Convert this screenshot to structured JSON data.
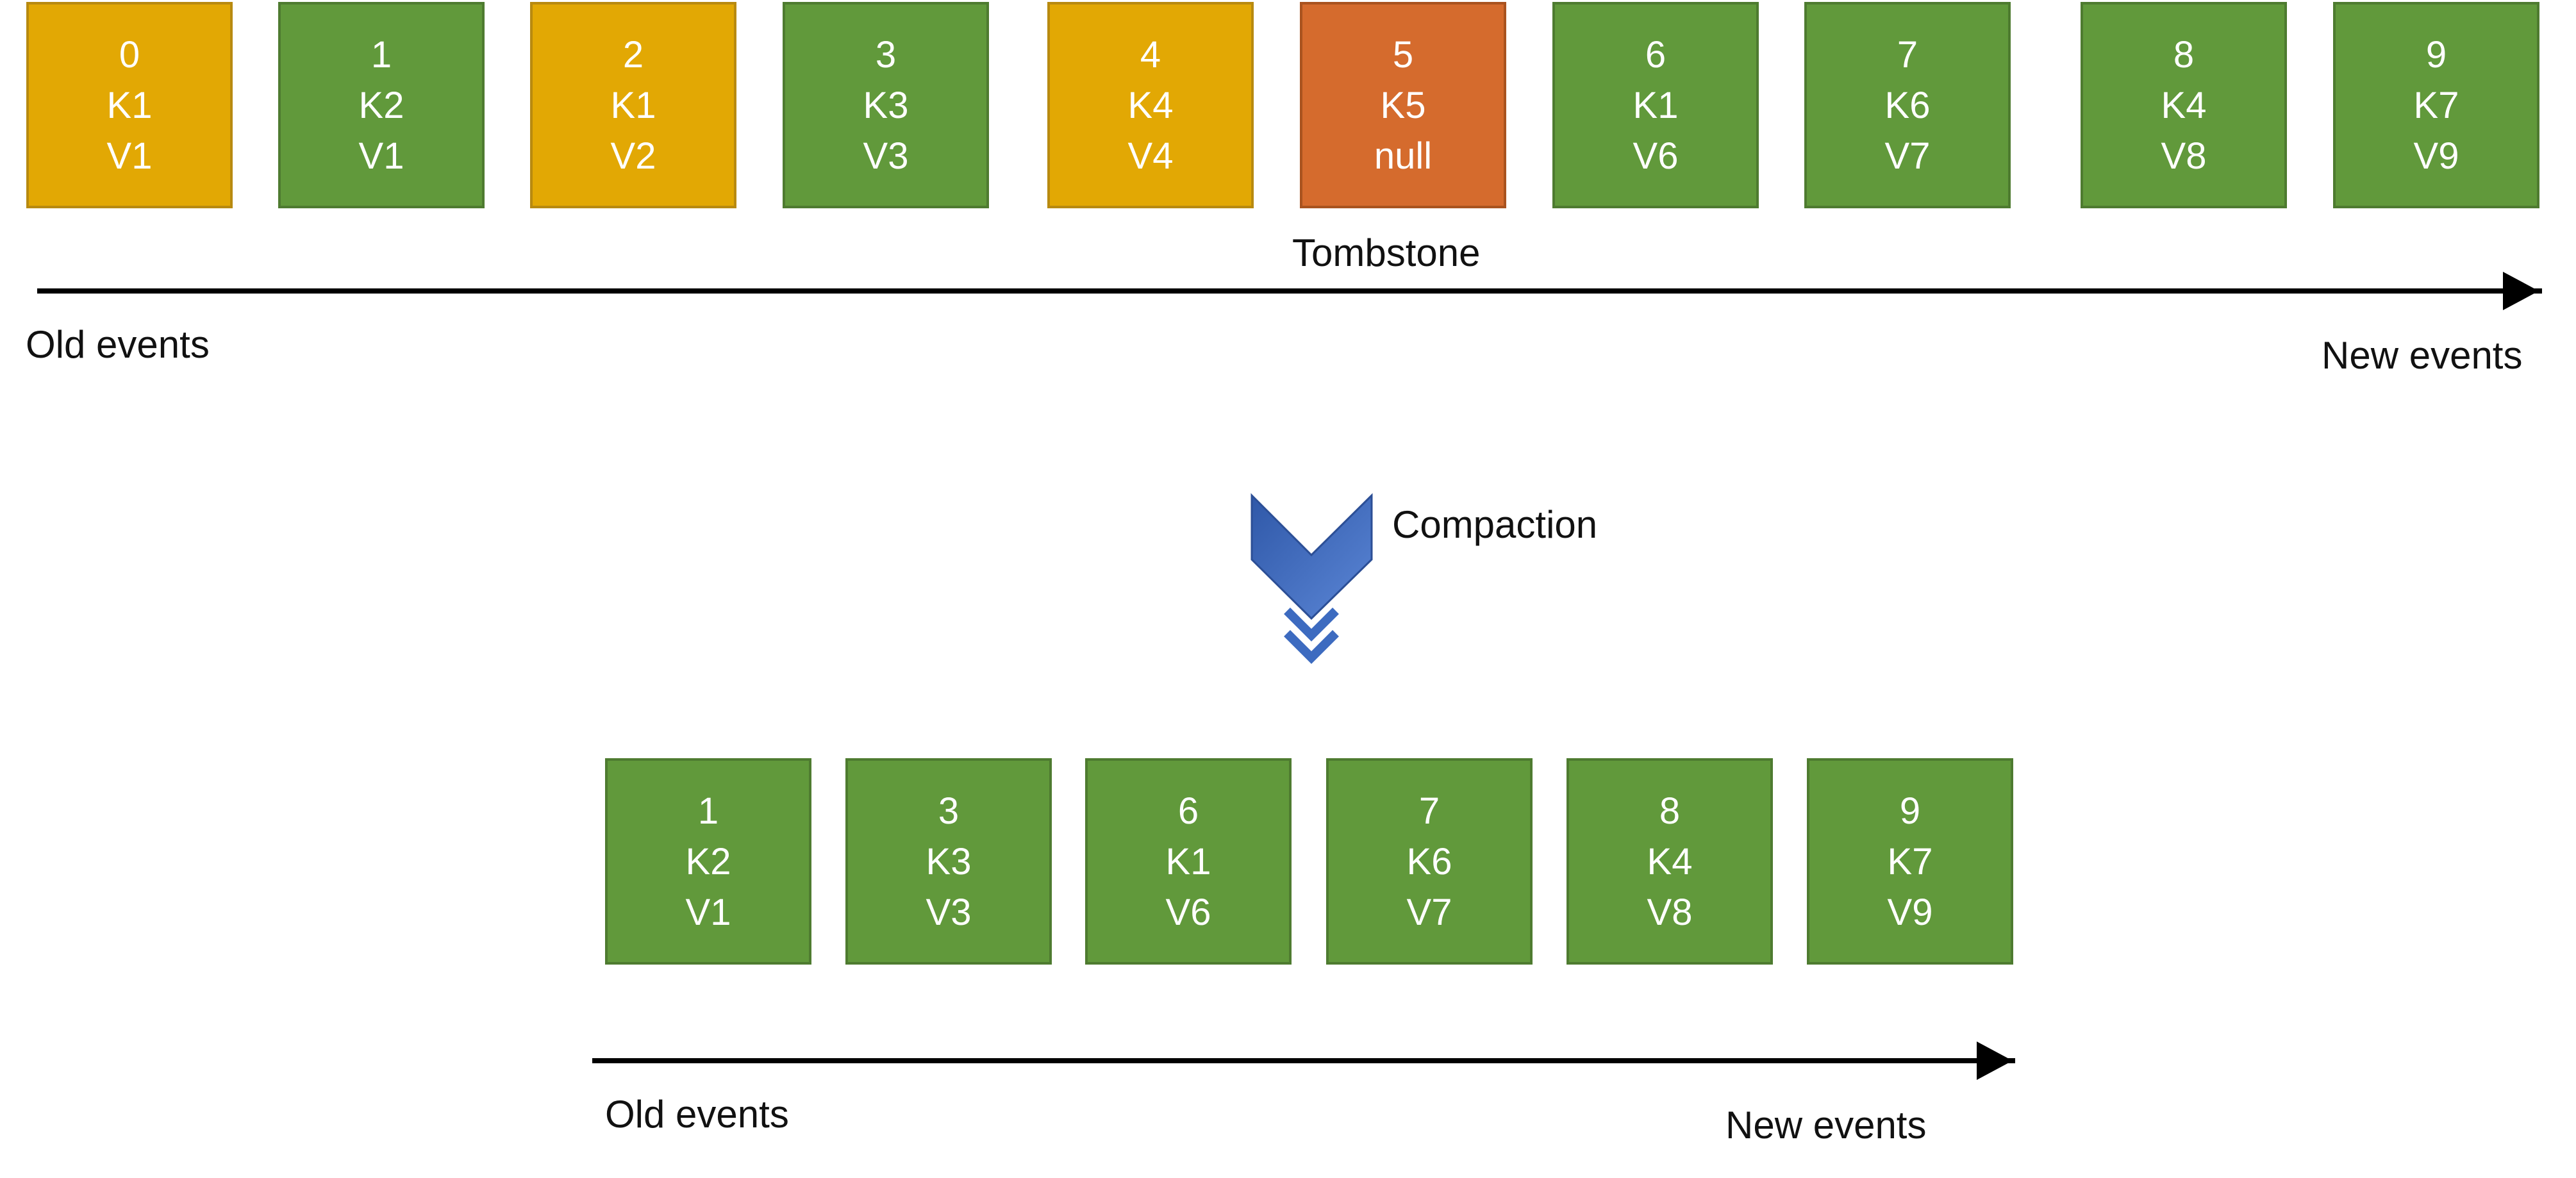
{
  "colors": {
    "stale": "#E2A804",
    "current": "#61993B",
    "tombstone": "#D56B2D",
    "compaction_arrow": "#3D6BC0"
  },
  "before": {
    "events": [
      {
        "offset": "0",
        "key": "K1",
        "value": "V1",
        "state": "stale"
      },
      {
        "offset": "1",
        "key": "K2",
        "value": "V1",
        "state": "current"
      },
      {
        "offset": "2",
        "key": "K1",
        "value": "V2",
        "state": "stale"
      },
      {
        "offset": "3",
        "key": "K3",
        "value": "V3",
        "state": "current"
      },
      {
        "offset": "4",
        "key": "K4",
        "value": "V4",
        "state": "stale"
      },
      {
        "offset": "5",
        "key": "K5",
        "value": "null",
        "state": "tombstone"
      },
      {
        "offset": "6",
        "key": "K1",
        "value": "V6",
        "state": "current"
      },
      {
        "offset": "7",
        "key": "K6",
        "value": "V7",
        "state": "current"
      },
      {
        "offset": "8",
        "key": "K4",
        "value": "V8",
        "state": "current"
      },
      {
        "offset": "9",
        "key": "K7",
        "value": "V9",
        "state": "current"
      }
    ],
    "tombstone_label": "Tombstone",
    "old_label": "Old events",
    "new_label": "New events"
  },
  "compaction": {
    "label": "Compaction",
    "icon": "chevron-down-icon"
  },
  "after": {
    "events": [
      {
        "offset": "1",
        "key": "K2",
        "value": "V1",
        "state": "current"
      },
      {
        "offset": "3",
        "key": "K3",
        "value": "V3",
        "state": "current"
      },
      {
        "offset": "6",
        "key": "K1",
        "value": "V6",
        "state": "current"
      },
      {
        "offset": "7",
        "key": "K6",
        "value": "V7",
        "state": "current"
      },
      {
        "offset": "8",
        "key": "K4",
        "value": "V8",
        "state": "current"
      },
      {
        "offset": "9",
        "key": "K7",
        "value": "V9",
        "state": "current"
      }
    ],
    "old_label": "Old events",
    "new_label": "New events"
  }
}
